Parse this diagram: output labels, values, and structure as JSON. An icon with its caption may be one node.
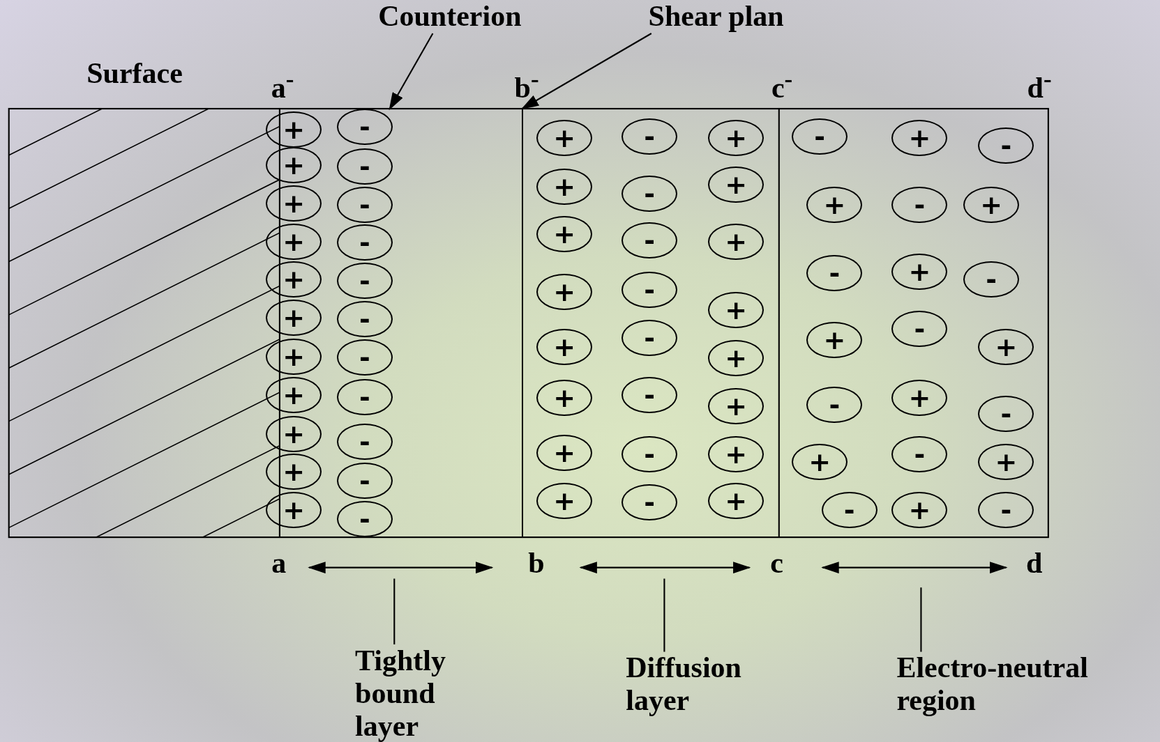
{
  "diagram": {
    "nodes": [
      {
        "text": [
          "Counterion"
        ]
      },
      {
        "text": [
          "Shear plan"
        ]
      },
      {
        "text": [
          "Tightly bound layer"
        ]
      },
      {
        "text": [
          "Diffusion layer"
        ]
      },
      {
        "text": [
          "Electro-neutral region"
        ]
      },
      {
        "text": [
          "+"
        ]
      },
      {
        "text": [
          "+"
        ]
      },
      {
        "text": [
          "+"
        ]
      },
      {
        "text": [
          "+"
        ]
      },
      {
        "text": [
          "+"
        ]
      },
      {
        "text": [
          "+"
        ]
      },
      {
        "text": [
          "+"
        ]
      },
      {
        "text": [
          "+"
        ]
      },
      {
        "text": [
          "+"
        ]
      },
      {
        "text": [
          "+"
        ]
      },
      {
        "text": [
          "+"
        ]
      },
      {
        "text": [
          "-"
        ]
      },
      {
        "text": [
          "-"
        ]
      },
      {
        "text": [
          "-"
        ]
      },
      {
        "text": [
          "-"
        ]
      },
      {
        "text": [
          "-"
        ]
      },
      {
        "text": [
          "-"
        ]
      },
      {
        "text": [
          "-"
        ]
      },
      {
        "text": [
          "-"
        ]
      },
      {
        "text": [
          "-"
        ]
      },
      {
        "text": [
          "-"
        ]
      },
      {
        "text": [
          "-"
        ]
      },
      {
        "text": [
          "+"
        ]
      },
      {
        "text": [
          "+"
        ]
      },
      {
        "text": [
          "+"
        ]
      },
      {
        "text": [
          "+"
        ]
      },
      {
        "text": [
          "+"
        ]
      },
      {
        "text": [
          "+"
        ]
      },
      {
        "text": [
          "+"
        ]
      },
      {
        "text": [
          "+"
        ]
      },
      {
        "text": [
          "-"
        ]
      },
      {
        "text": [
          "-"
        ]
      },
      {
        "text": [
          "-"
        ]
      },
      {
        "text": [
          "-"
        ]
      },
      {
        "text": [
          "-"
        ]
      },
      {
        "text": [
          "-"
        ]
      },
      {
        "text": [
          "-"
        ]
      },
      {
        "text": [
          "-"
        ]
      },
      {
        "text": [
          "+"
        ]
      },
      {
        "text": [
          "+"
        ]
      },
      {
        "text": [
          "+"
        ]
      },
      {
        "text": [
          "+"
        ]
      },
      {
        "text": [
          "+"
        ]
      },
      {
        "text": [
          "+"
        ]
      },
      {
        "text": [
          "+"
        ]
      },
      {
        "text": [
          "+"
        ]
      },
      {
        "text": [
          "-"
        ]
      },
      {
        "text": [
          "+"
        ]
      },
      {
        "text": [
          "-"
        ]
      },
      {
        "text": [
          "+"
        ]
      },
      {
        "text": [
          "-"
        ]
      },
      {
        "text": [
          "+"
        ]
      },
      {
        "text": [
          "-"
        ]
      },
      {
        "text": [
          "+"
        ]
      },
      {
        "text": [
          "-"
        ]
      },
      {
        "text": [
          "+"
        ]
      },
      {
        "text": [
          "-"
        ]
      },
      {
        "text": [
          "+"
        ]
      },
      {
        "text": [
          "-"
        ]
      },
      {
        "text": [
          "+"
        ]
      },
      {
        "text": [
          "-"
        ]
      },
      {
        "text": [
          "+"
        ]
      },
      {
        "text": [
          "-"
        ]
      },
      {
        "text": [
          "+"
        ]
      },
      {
        "text": [
          "-"
        ]
      },
      {
        "text": [
          "+"
        ]
      },
      {
        "text": [
          "-"
        ]
      },
      {
        "text": [],
        "shape": "line"
      }
    ],
    "edges": [
      {
        "from": 0,
        "to": 16,
        "arrow": "to"
      },
      {
        "from": 1,
        "to": 72,
        "arrow": "to"
      },
      {
        "from": 2,
        "to": null,
        "arrow": "none"
      },
      {
        "from": 3,
        "to": null,
        "arrow": "none"
      },
      {
        "from": 4,
        "to": null,
        "arrow": "none"
      }
    ],
    "labels": [
      "Surface",
      "a$^{-}$",
      "b$^{-}$",
      "c$^{-}$",
      "d$^{-}$",
      "a",
      "b",
      "c",
      "d"
    ]
  }
}
